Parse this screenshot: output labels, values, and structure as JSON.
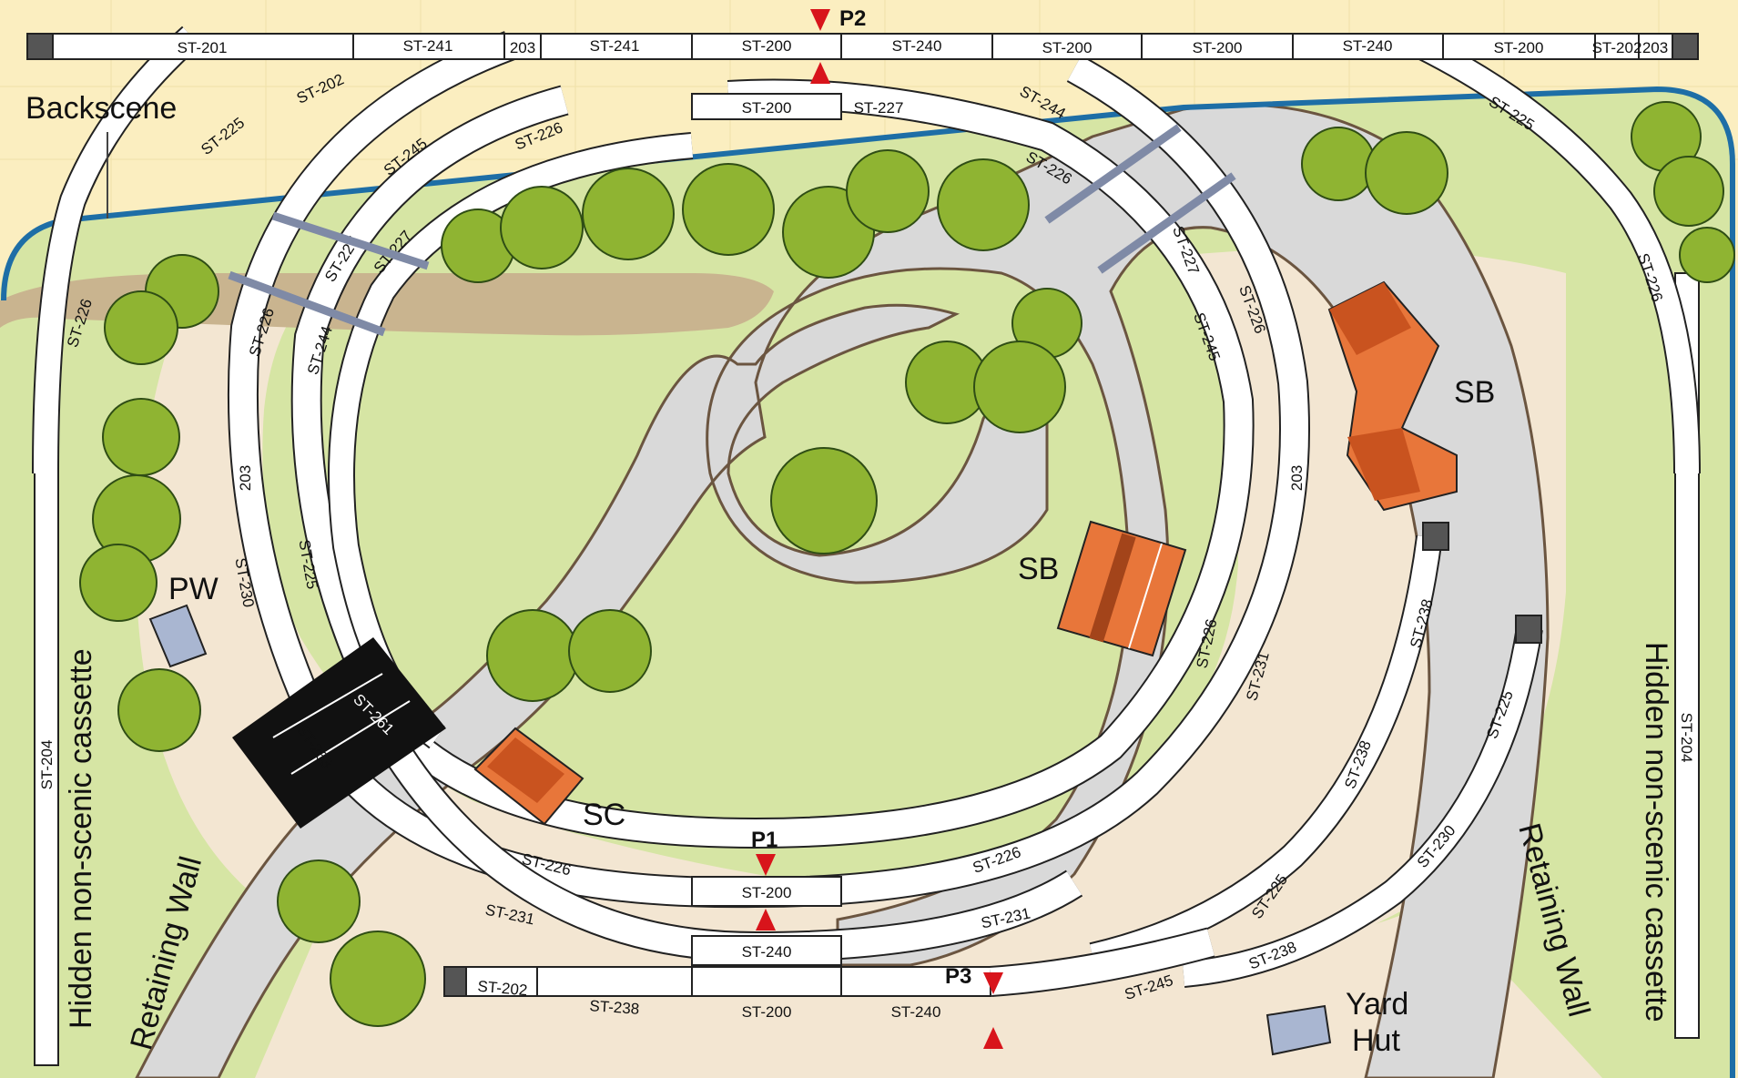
{
  "labels": {
    "backscene": "Backscene",
    "hidden_left": "Hidden non-scenic cassette",
    "hidden_right": "Hidden non-scenic cassette",
    "retaining_left": "Retaining Wall",
    "retaining_right": "Retaining Wall",
    "pw": "PW",
    "sc": "SC",
    "sb_center": "SB",
    "sb_right": "SB",
    "yard_hut_1": "Yard",
    "yard_hut_2": "Hut"
  },
  "markers": {
    "p1": "P1",
    "p2": "P2",
    "p3": "P3"
  },
  "top_row": [
    "ST-201",
    "ST-241",
    "203",
    "ST-241",
    "ST-200",
    "ST-240",
    "ST-200",
    "ST-200",
    "ST-240",
    "ST-200",
    "ST-202",
    "203"
  ],
  "bottom": {
    "b1_a": "ST-226",
    "b1_b": "ST-200",
    "b1_c": "ST-226",
    "b2_a": "ST-231",
    "b2_b": "ST-240",
    "b2_c": "ST-231",
    "b3_a": "ST-202",
    "b3_b": "ST-238",
    "b3_c": "ST-200",
    "b3_d": "ST-240",
    "b3_e": "ST-245",
    "b3_f": "ST-238"
  },
  "tracks": {
    "l_st225": "ST-225",
    "l_st202": "ST-202",
    "l_st245": "ST-245",
    "l_st226_up": "ST-226",
    "l_st200_mid": "ST-200",
    "l_st227_mid": "ST-227",
    "l_st244": "ST-244",
    "l_st226_r": "ST-226",
    "l_st227a": "ST-227",
    "l_st227b": "ST-227",
    "l_st226_outer_l": "ST-226",
    "l_st226_in": "ST-226",
    "l_st244_in": "ST-244",
    "l_203_l": "203",
    "l_st230": "ST-230",
    "l_st225_in": "ST-225",
    "l_st261": "ST-261",
    "l_st263": "ST-263",
    "l_st204_l": "ST-204",
    "l_st204_r": "ST-204",
    "r_st225_top": "ST-225",
    "r_st226_outer": "ST-226",
    "r_st227": "ST-227",
    "r_st245": "ST-245",
    "r_st226": "ST-226",
    "r_203": "203",
    "r_st226_lo": "ST-226",
    "r_st231": "ST-231",
    "y_st238_a": "ST-238",
    "y_st238_b": "ST-238",
    "y_st225": "ST-225",
    "y_st230": "ST-230",
    "y_st225_lo": "ST-225"
  },
  "colors": {
    "backscene_bg": "#fbeec0",
    "grass": "#d6e5a4",
    "ground": "#f3e6d2",
    "road": "#d9d9d9",
    "backscene_line": "#1e6ea6",
    "building_orange": "#e8763a",
    "marker_red": "#d8141b"
  }
}
